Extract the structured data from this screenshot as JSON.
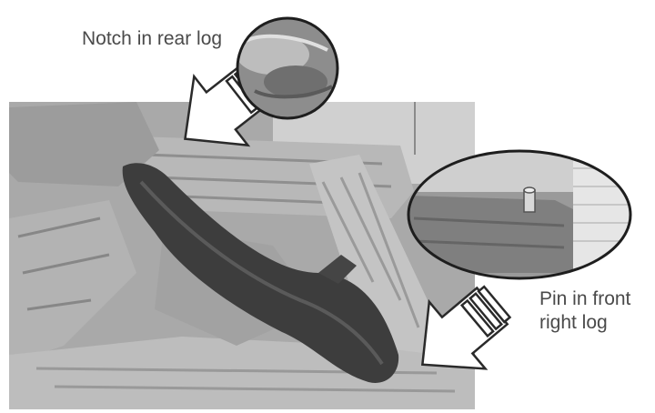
{
  "callouts": {
    "notch": {
      "label": "Notch in rear log"
    },
    "pin": {
      "label_line1": "Pin in front",
      "label_line2": "right log"
    }
  },
  "colors": {
    "photo_background": "#a9a9a9",
    "log_dark": "#3d3d3d",
    "log_light": "#c4c4c4",
    "arrow_fill": "#ffffff",
    "arrow_outline": "#2a2a2a",
    "label_text": "#4a4a4a"
  },
  "icons": [
    "notch-arrow-icon",
    "pin-arrow-icon"
  ]
}
